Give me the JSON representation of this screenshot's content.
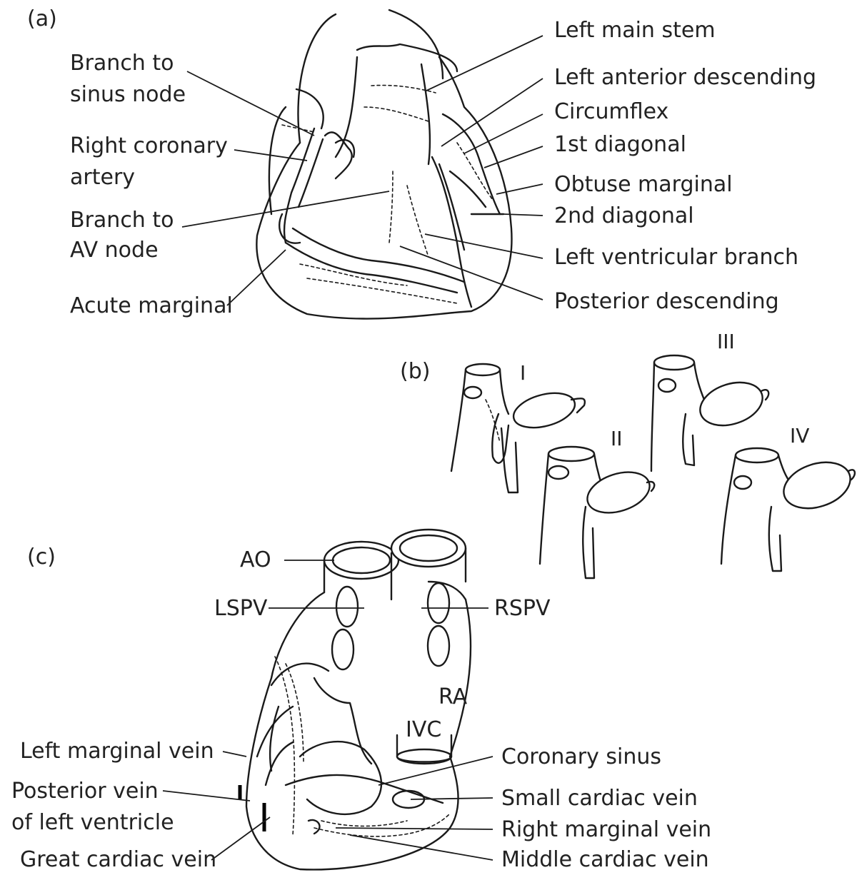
{
  "panel_labels": {
    "a": "(a)",
    "b": "(b)",
    "c": "(c)"
  },
  "panel_a": {
    "left_labels": {
      "branch_sinus_1": "Branch to",
      "branch_sinus_2": "sinus node",
      "rca_1": "Right coronary",
      "rca_2": "artery",
      "branch_av_1": "Branch to",
      "branch_av_2": "AV node",
      "acute_marginal": "Acute marginal"
    },
    "right_labels": {
      "left_main_stem": "Left main stem",
      "lad": "Left anterior descending",
      "circumflex": "Circumflex",
      "first_diagonal": "1st diagonal",
      "obtuse_marginal": "Obtuse marginal",
      "second_diagonal": "2nd diagonal",
      "lv_branch": "Left ventricular branch",
      "posterior_descending": "Posterior descending"
    }
  },
  "panel_b": {
    "types": {
      "I": "I",
      "II": "II",
      "III": "III",
      "IV": "IV"
    }
  },
  "panel_c": {
    "labels": {
      "ao": "AO",
      "lspv": "LSPV",
      "rspv": "RSPV",
      "ra": "RA",
      "ivc": "IVC",
      "left_marginal_vein": "Left marginal vein",
      "posterior_vein_1": "Posterior vein",
      "posterior_vein_2": "of left ventricle",
      "great_cardiac_vein": "Great cardiac vein",
      "coronary_sinus": "Coronary sinus",
      "small_cardiac_vein": "Small cardiac vein",
      "right_marginal_vein": "Right marginal vein",
      "middle_cardiac_vein": "Middle cardiac vein"
    }
  }
}
